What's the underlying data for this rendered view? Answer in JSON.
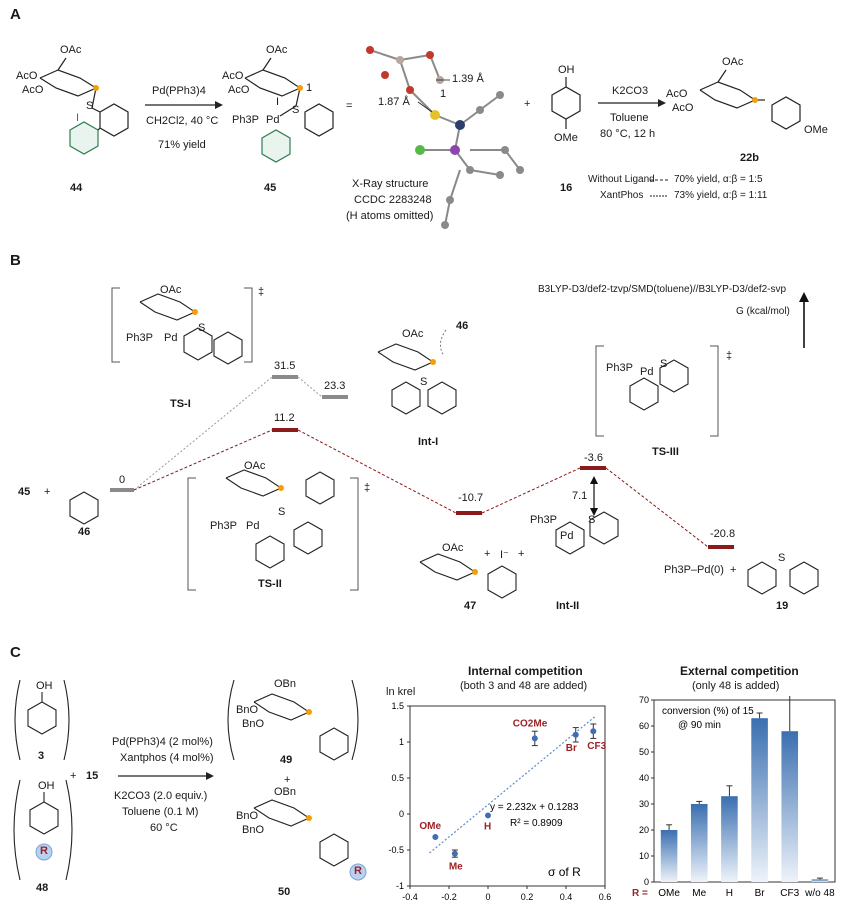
{
  "panels": {
    "a": "A",
    "b": "B",
    "c": "C"
  },
  "panelA": {
    "reaction1_reagents": [
      "Pd(PPh3)4",
      "CH2Cl2, 40 °C",
      "71% yield"
    ],
    "cmpd44": "44",
    "cmpd45": "45",
    "equals": "=",
    "xray": [
      "X-Ray structure",
      "CCDC 2283248",
      "(H atoms omitted)"
    ],
    "bond1": "1.39 Å",
    "bond2": "1.87 Å",
    "atom1": "1",
    "plus": "+",
    "cmpd16": "16",
    "reaction2_reagents": [
      "K2CO3",
      "Toluene",
      "80 °C, 12 h"
    ],
    "cmpd22b": "22b",
    "results": [
      {
        "cond": "Without Ligand",
        "res": "70% yield, α:β = 1:5"
      },
      {
        "cond": "XantPhos",
        "res": "73% yield, α:β = 1:11"
      }
    ],
    "groups": {
      "oac": "OAc",
      "aco": "AcO",
      "ome": "OMe",
      "oh": "OH",
      "i": "I",
      "s": "S",
      "pd": "Pd",
      "ph3p": "Ph3P"
    }
  },
  "panelB": {
    "method": "B3LYP-D3/def2-tzvp/SMD(toluene)//B3LYP-D3/def2-svp",
    "axis": "G (kcal/mol)",
    "energies": {
      "start": "0",
      "ts1": "31.5",
      "int1": "23.3",
      "ts2": "11.2",
      "p47": "-10.7",
      "ts3": "-3.6",
      "p19": "-20.8",
      "barrier": "7.1"
    },
    "labels": {
      "ts1": "TS-I",
      "ts2": "TS-II",
      "ts3": "TS-III",
      "int1": "Int-I",
      "int2": "Int-II",
      "c45": "45",
      "c46": "46",
      "c46b": "46",
      "c47": "47",
      "c19": "19",
      "iodide": "I⁻",
      "pd0": "Ph3P–Pd(0)",
      "dagger": "‡"
    }
  },
  "panelC": {
    "cmpd3": "3",
    "cmpd15": "15",
    "cmpd48": "48",
    "cmpd49": "49",
    "cmpd50": "50",
    "r": "R",
    "reagents": [
      "Pd(PPh3)4 (2 mol%)",
      "Xantphos (4 mol%)",
      "K2CO3 (2.0 equiv.)",
      "Toluene (0.1 M)",
      "60 °C"
    ],
    "groups": {
      "obn": "OBn",
      "bno": "BnO",
      "oh": "OH"
    }
  },
  "chart_data": [
    {
      "type": "scatter",
      "title": "Internal competition",
      "subtitle": "(both 3 and 48 are added)",
      "ylabel": "ln krel",
      "xlabel": "σ of R",
      "xlim": [
        -0.4,
        0.6
      ],
      "ylim": [
        -1,
        1.5
      ],
      "xticks": [
        "-0.4",
        "-0.2",
        "0",
        "0.2",
        "0.4",
        "0.6"
      ],
      "yticks": [
        "-1",
        "-0.5",
        "0",
        "0.5",
        "1",
        "1.5"
      ],
      "points": [
        {
          "label": "OMe",
          "x": -0.27,
          "y": -0.32,
          "err": 0
        },
        {
          "label": "Me",
          "x": -0.17,
          "y": -0.55,
          "err": 0.05
        },
        {
          "label": "H",
          "x": 0.0,
          "y": -0.02,
          "err": 0
        },
        {
          "label": "CO2Me",
          "x": 0.24,
          "y": 1.05,
          "err": 0.1
        },
        {
          "label": "Br",
          "x": 0.45,
          "y": 1.1,
          "err": 0.1
        },
        {
          "label": "CF3",
          "x": 0.54,
          "y": 1.15,
          "err": 0.1
        }
      ],
      "fit": {
        "slope": 2.232,
        "intercept": 0.1283,
        "equation": "y = 2.232x + 0.1283",
        "r2": "R² = 0.8909"
      }
    },
    {
      "type": "bar",
      "title": "External competition",
      "subtitle": "(only 48 is added)",
      "annotation": [
        "conversion (%) of 15",
        "@ 90 min"
      ],
      "categories": [
        "OMe",
        "Me",
        "H",
        "Br",
        "CF3",
        "w/o 48"
      ],
      "category_prefix": "R =",
      "values": [
        20,
        30,
        33,
        63,
        58,
        1
      ],
      "errors": [
        2,
        1,
        4,
        2,
        14,
        0.5
      ],
      "ylim": [
        0,
        70
      ],
      "yticks": [
        "0",
        "10",
        "20",
        "30",
        "40",
        "50",
        "60",
        "70"
      ]
    }
  ]
}
